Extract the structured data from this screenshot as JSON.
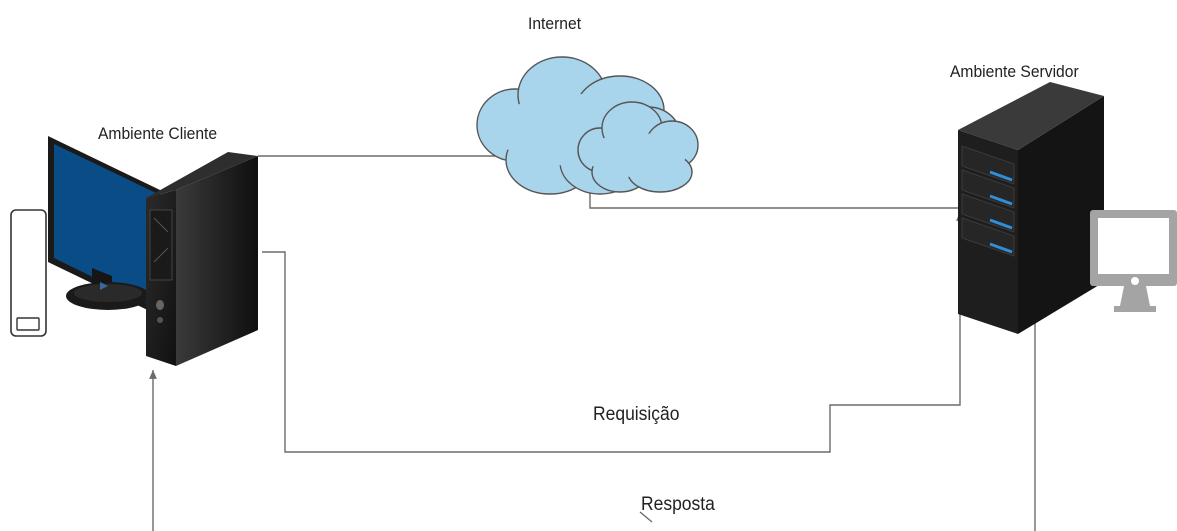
{
  "labels": {
    "internet": "Internet",
    "client": "Ambiente Cliente",
    "server": "Ambiente Servidor",
    "request": "Requisição",
    "response": "Resposta"
  },
  "icons": {
    "client_monitor": "desktop-monitor-icon",
    "client_tower": "computer-tower-icon",
    "client_device": "mobile-device-icon",
    "cloud": "cloud-icon",
    "server": "server-rack-icon",
    "server_monitor": "imac-icon"
  },
  "colors": {
    "screen_blue": "#0a4c86",
    "cloud_fill": "#a8d5ec",
    "tower_dark": "#1b1b1b",
    "led_blue": "#2f8fd8",
    "line_gray": "#6b6b6b",
    "imac_gray": "#a4a4a4"
  }
}
